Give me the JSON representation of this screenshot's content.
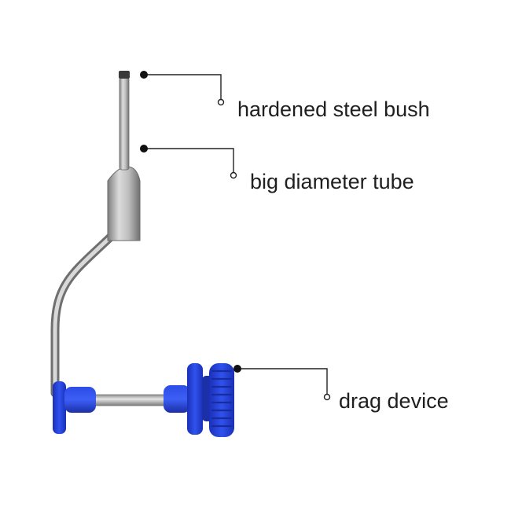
{
  "callouts": [
    {
      "id": "bush",
      "label": "hardened steel bush"
    },
    {
      "id": "tube",
      "label": "big diameter tube"
    },
    {
      "id": "drag",
      "label": "drag device"
    }
  ],
  "colors": {
    "background": "#ffffff",
    "leader_line": "#222222",
    "metal_light": "#d4d4d4",
    "metal_dark": "#8a8a8a",
    "plastic_blue": "#2140d8",
    "plastic_blue_dark": "#14289a",
    "text": "#1f1f1f"
  }
}
